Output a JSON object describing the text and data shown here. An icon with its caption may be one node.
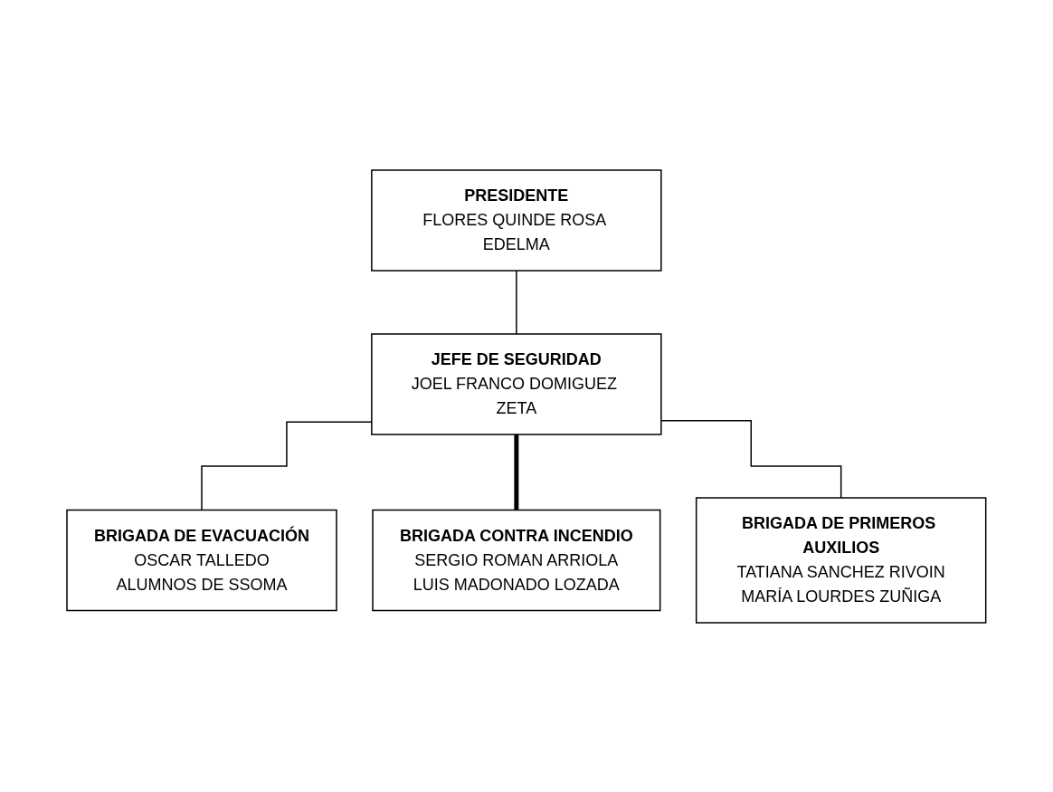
{
  "diagram": {
    "nodes": [
      {
        "text": [
          "PRESIDENTE",
          "FLORES QUINDE ROSA EDELMA"
        ]
      },
      {
        "text": [
          "JEFE DE SEGURIDAD",
          "JOEL FRANCO DOMIGUEZ ZETA"
        ]
      },
      {
        "text": [
          "BRIGADA DE EVACUACIÓN",
          "OSCAR TALLEDO",
          "ALUMNOS DE SSOMA"
        ]
      },
      {
        "text": [
          "BRIGADA CONTRA INCENDIO",
          "SERGIO ROMAN ARRIOLA",
          "LUIS MADONADO LOZADA"
        ]
      },
      {
        "text": [
          "BRIGADA DE PRIMEROS AUXILIOS",
          "TATIANA SANCHEZ RIVOIN",
          "MARÍA LOURDES ZUÑIGA"
        ]
      }
    ],
    "edges": [
      {
        "from": 0,
        "to": 1,
        "arrow": "none"
      },
      {
        "from": 1,
        "to": 2,
        "arrow": "none"
      },
      {
        "from": 1,
        "to": 3,
        "arrow": "none",
        "style": "thick"
      },
      {
        "from": 1,
        "to": 4,
        "arrow": "none"
      }
    ]
  }
}
